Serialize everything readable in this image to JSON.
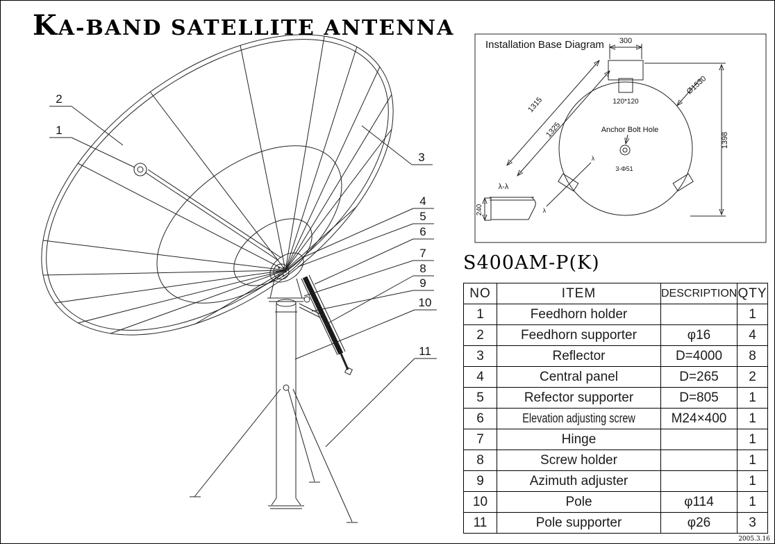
{
  "title": "KA-BAND SATELLITE ANTENNA",
  "model": "S400AM-P(K)",
  "callouts": [
    "1",
    "2",
    "3",
    "4",
    "5",
    "6",
    "7",
    "8",
    "9",
    "10",
    "11"
  ],
  "base_diagram": {
    "title": "Installation Base Diagram",
    "dim_300": "300",
    "plate_label": "120*120",
    "anchor_label": "Anchor Bolt Hole",
    "holes_label": "3-Φ51",
    "dim_1315": "1315",
    "dim_1325": "1325",
    "dim_circle": "Ø1530",
    "dim_1398": "1398",
    "section_label": "λ-λ",
    "leg_mark": "λ",
    "dim_240": "240"
  },
  "table": {
    "headers": {
      "no": "NO",
      "item": "ITEM",
      "description": "DESCRIPTION",
      "qty": "QTY"
    },
    "rows": [
      {
        "no": "1",
        "item": "Feedhorn holder",
        "description": "",
        "qty": "1"
      },
      {
        "no": "2",
        "item": "Feedhorn supporter",
        "description": "φ16",
        "qty": "4"
      },
      {
        "no": "3",
        "item": "Reflector",
        "description": "D=4000",
        "qty": "8"
      },
      {
        "no": "4",
        "item": "Central panel",
        "description": "D=265",
        "qty": "2"
      },
      {
        "no": "5",
        "item": "Refector supporter",
        "description": "D=805",
        "qty": "1"
      },
      {
        "no": "6",
        "item": "Elevation adjusting screw",
        "description": "M24×400",
        "qty": "1"
      },
      {
        "no": "7",
        "item": "Hinge",
        "description": "",
        "qty": "1"
      },
      {
        "no": "8",
        "item": "Screw holder",
        "description": "",
        "qty": "1"
      },
      {
        "no": "9",
        "item": "Azimuth adjuster",
        "description": "",
        "qty": "1"
      },
      {
        "no": "10",
        "item": "Pole",
        "description": "φ114",
        "qty": "1"
      },
      {
        "no": "11",
        "item": "Pole supporter",
        "description": "φ26",
        "qty": "3"
      }
    ]
  },
  "footer_date": "2005.3.16"
}
